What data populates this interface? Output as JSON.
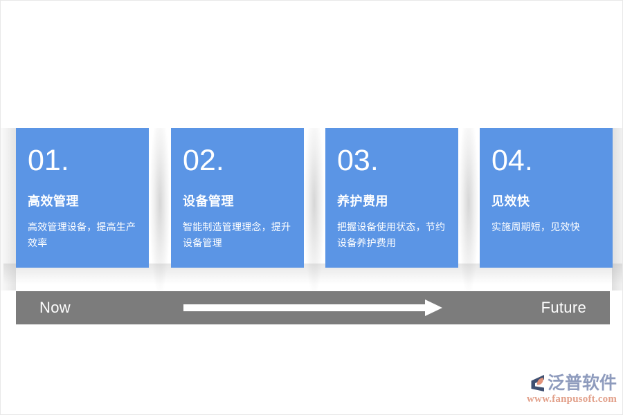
{
  "slide": {
    "background_color": "#ffffff",
    "accent_color": "#5b95e5",
    "timeline_color": "#7c7c7c"
  },
  "cards": [
    {
      "number": "01.",
      "title": "高效管理",
      "description": "高效管理设备，提高生产效率"
    },
    {
      "number": "02.",
      "title": "设备管理",
      "description": "智能制造管理理念，提升设备管理"
    },
    {
      "number": "03.",
      "title": "养护费用",
      "description": "把握设备使用状态，节约设备养护费用"
    },
    {
      "number": "04.",
      "title": "见效快",
      "description": "实施周期短，见效快"
    }
  ],
  "timeline": {
    "start_label": "Now",
    "end_label": "Future",
    "arrow_icon": "right-arrow-icon"
  },
  "logo": {
    "mark_icon": "fanpu-logo-icon",
    "name": "泛普软件",
    "url": "www.fanpusoft.com",
    "name_color": "#8e9bbd",
    "url_color": "#e2a08a"
  }
}
